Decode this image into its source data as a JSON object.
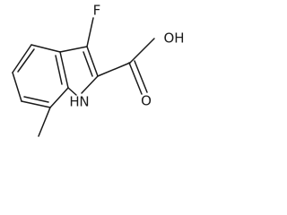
{
  "labels": {
    "fluorine": "F",
    "hydroxyl": "OH",
    "carbonyl_oxygen": "O",
    "nitrogen_h": "H",
    "nitrogen": "N"
  },
  "colors": {
    "bond": "#1a1a1a",
    "background": "#ffffff"
  }
}
